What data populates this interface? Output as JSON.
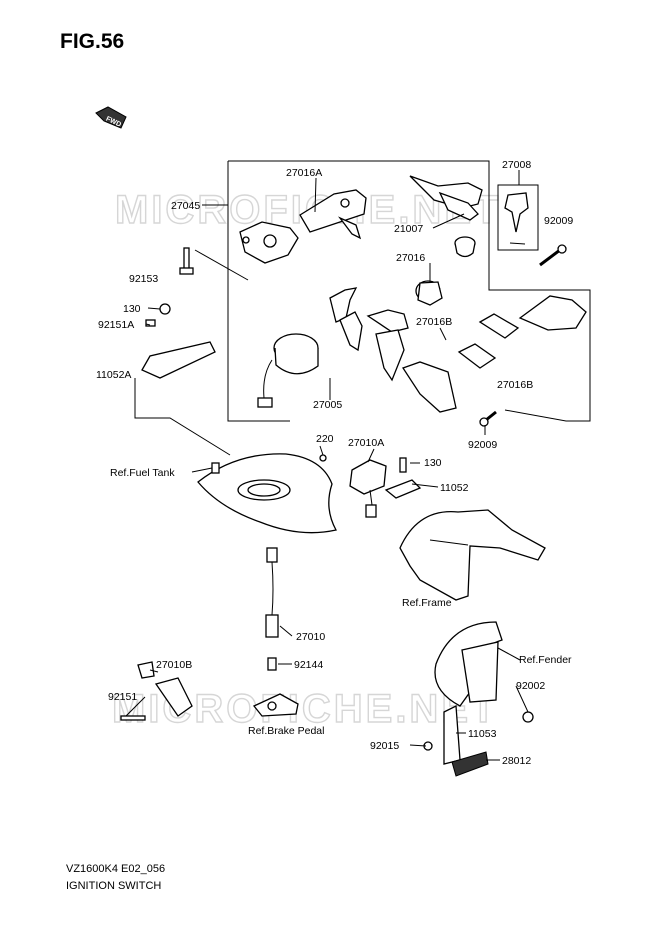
{
  "figure": {
    "title": "FIG.56",
    "fwd_badge": "FWD"
  },
  "watermark": "MICROFICHE.NET",
  "labels": {
    "p27016A": "27016A",
    "p27045": "27045",
    "p27008": "27008",
    "p92009a": "92009",
    "p21007": "21007",
    "p27016": "27016",
    "p92153": "92153",
    "p130a": "130",
    "p92151A": "92151A",
    "p27016B_top": "27016B",
    "p11052A": "11052A",
    "p27016B_right": "27016B",
    "p27005": "27005",
    "p92009b": "92009",
    "p220": "220",
    "p27010A": "27010A",
    "p130b": "130",
    "p11052": "11052",
    "ref_fuel_tank": "Ref.Fuel Tank",
    "ref_frame": "Ref.Frame",
    "p27010": "27010",
    "p92144": "92144",
    "p27010B": "27010B",
    "p92151": "92151",
    "ref_brake_pedal": "Ref.Brake Pedal",
    "ref_fender": "Ref.Fender",
    "p92002": "92002",
    "p92015": "92015",
    "p11053": "11053",
    "p28012": "28012"
  },
  "footer": {
    "model_code": "VZ1600K4 E02_056",
    "section_title": "IGNITION SWITCH"
  }
}
